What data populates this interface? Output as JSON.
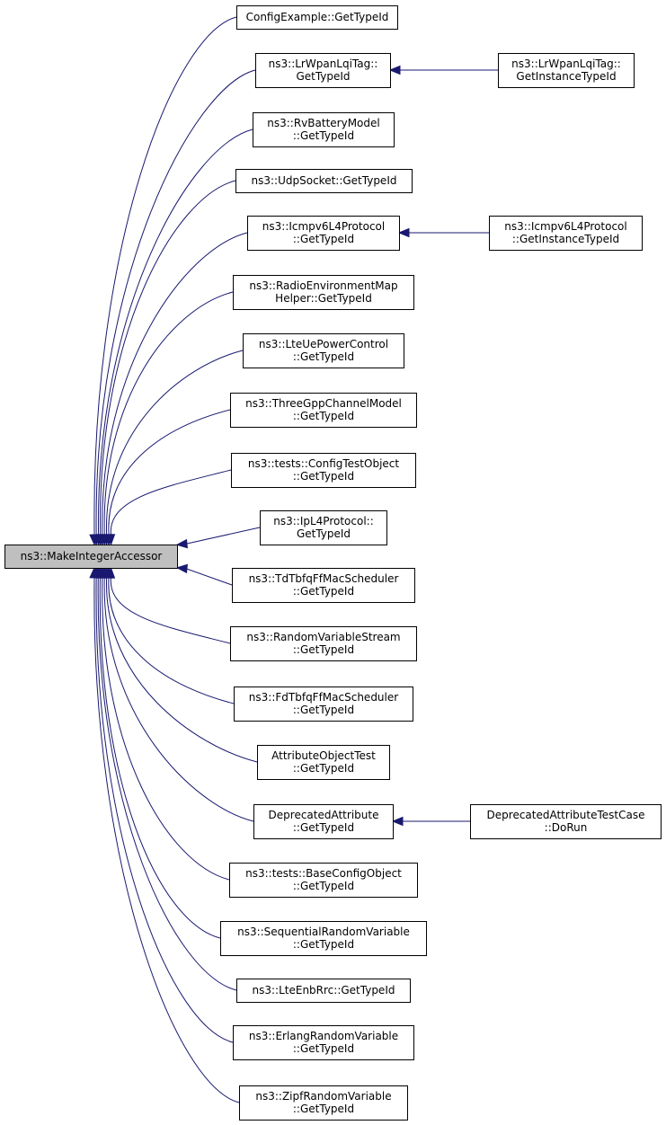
{
  "colors": {
    "edge": "#191970",
    "root_fill": "#bfbfbf",
    "node_fill": "#ffffff",
    "border": "#000000"
  },
  "root": {
    "id": "root",
    "lines": [
      "ns3::MakeIntegerAccessor"
    ]
  },
  "callers": [
    {
      "id": "n1",
      "lines": [
        "ConfigExample::GetTypeId"
      ]
    },
    {
      "id": "n2",
      "lines": [
        "ns3::LrWpanLqiTag::",
        "GetTypeId"
      ]
    },
    {
      "id": "n3",
      "lines": [
        "ns3::RvBatteryModel",
        "::GetTypeId"
      ]
    },
    {
      "id": "n4",
      "lines": [
        "ns3::UdpSocket::GetTypeId"
      ]
    },
    {
      "id": "n5",
      "lines": [
        "ns3::Icmpv6L4Protocol",
        "::GetTypeId"
      ]
    },
    {
      "id": "n6",
      "lines": [
        "ns3::RadioEnvironmentMap",
        "Helper::GetTypeId"
      ]
    },
    {
      "id": "n7",
      "lines": [
        "ns3::LteUePowerControl",
        "::GetTypeId"
      ]
    },
    {
      "id": "n8",
      "lines": [
        "ns3::ThreeGppChannelModel",
        "::GetTypeId"
      ]
    },
    {
      "id": "n9",
      "lines": [
        "ns3::tests::ConfigTestObject",
        "::GetTypeId"
      ]
    },
    {
      "id": "n10",
      "lines": [
        "ns3::IpL4Protocol::",
        "GetTypeId"
      ]
    },
    {
      "id": "n11",
      "lines": [
        "ns3::TdTbfqFfMacScheduler",
        "::GetTypeId"
      ]
    },
    {
      "id": "n12",
      "lines": [
        "ns3::RandomVariableStream",
        "::GetTypeId"
      ]
    },
    {
      "id": "n13",
      "lines": [
        "ns3::FdTbfqFfMacScheduler",
        "::GetTypeId"
      ]
    },
    {
      "id": "n14",
      "lines": [
        "AttributeObjectTest",
        "::GetTypeId"
      ]
    },
    {
      "id": "n15",
      "lines": [
        "DeprecatedAttribute",
        "::GetTypeId"
      ]
    },
    {
      "id": "n16",
      "lines": [
        "ns3::tests::BaseConfigObject",
        "::GetTypeId"
      ]
    },
    {
      "id": "n17",
      "lines": [
        "ns3::SequentialRandomVariable",
        "::GetTypeId"
      ]
    },
    {
      "id": "n18",
      "lines": [
        "ns3::LteEnbRrc::GetTypeId"
      ]
    },
    {
      "id": "n19",
      "lines": [
        "ns3::ErlangRandomVariable",
        "::GetTypeId"
      ]
    },
    {
      "id": "n20",
      "lines": [
        "ns3::ZipfRandomVariable",
        "::GetTypeId"
      ]
    }
  ],
  "second_level": [
    {
      "id": "s1",
      "parent": "n2",
      "lines": [
        "ns3::LrWpanLqiTag::",
        "GetInstanceTypeId"
      ]
    },
    {
      "id": "s2",
      "parent": "n5",
      "lines": [
        "ns3::Icmpv6L4Protocol",
        "::GetInstanceTypeId"
      ]
    },
    {
      "id": "s3",
      "parent": "n15",
      "lines": [
        "DeprecatedAttributeTestCase",
        "::DoRun"
      ]
    }
  ]
}
